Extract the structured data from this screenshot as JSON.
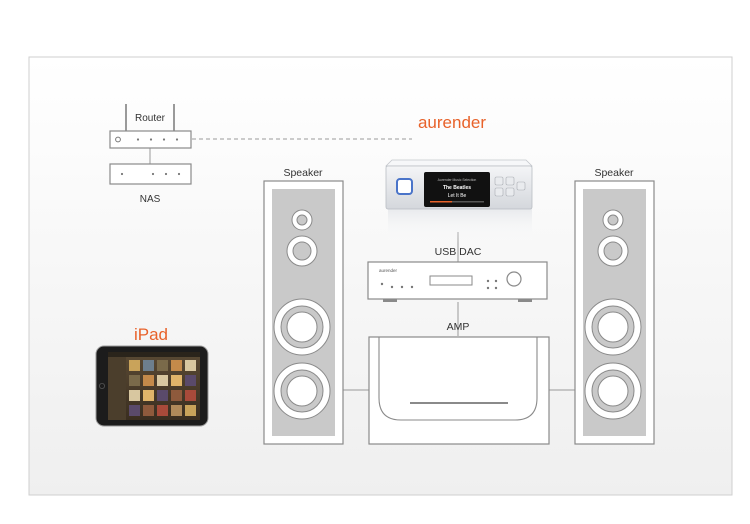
{
  "labels": {
    "router": "Router",
    "nas": "NAS",
    "aurender": "aurender",
    "speaker_left": "Speaker",
    "speaker_right": "Speaker",
    "usb_dac": "USB DAC",
    "amp": "AMP",
    "ipad": "iPad"
  },
  "device_screen": {
    "line1": "Aurender Music Selection",
    "artist": "The Beatles",
    "track": "Let It Be"
  },
  "dac_brand": "aurender",
  "colors": {
    "accent": "#e8622a",
    "device_silver": "#e4e6ea",
    "speaker_fill": "#c9c9c9",
    "outline": "#8a8a8a",
    "panel_bg": "#f6f6f6"
  }
}
